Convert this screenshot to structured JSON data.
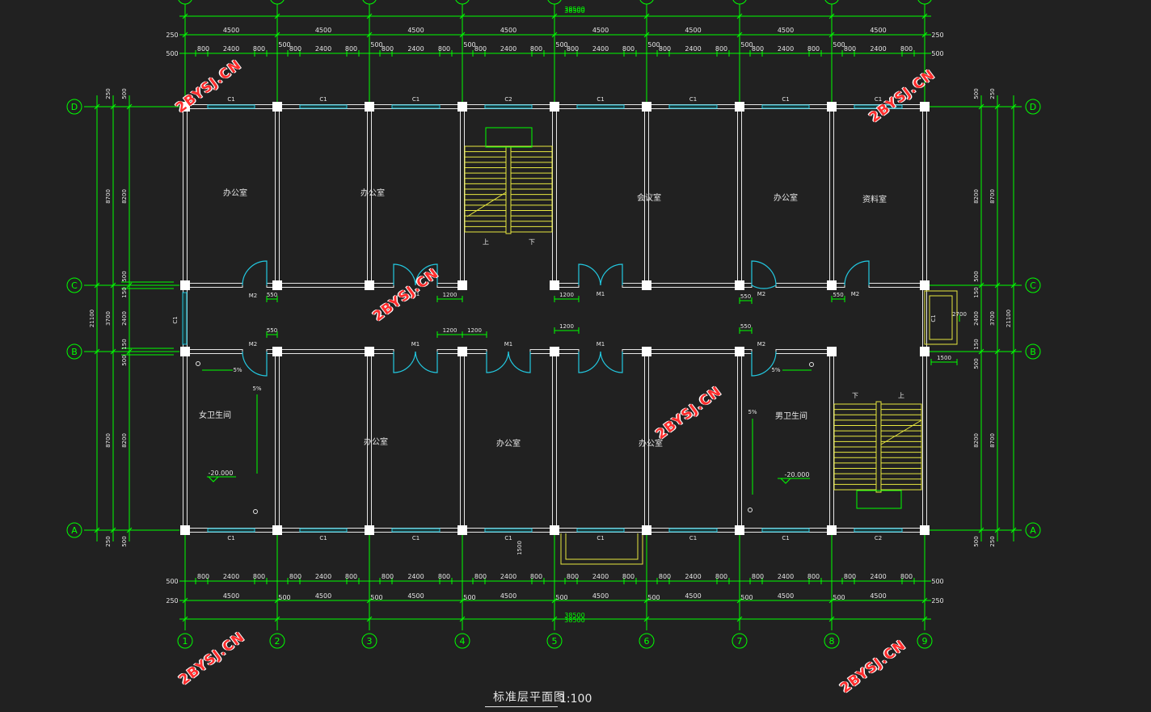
{
  "drawing": {
    "title": "标准层平面图",
    "scale": "1:100"
  },
  "grid_numbers": [
    "1",
    "2",
    "3",
    "4",
    "5",
    "6",
    "7",
    "8",
    "9"
  ],
  "grid_letters": [
    "A",
    "B",
    "C",
    "D"
  ],
  "dimensions": {
    "overall_length": "38500",
    "bay": "4500",
    "edge": "250",
    "pier": "500",
    "window_side": "800",
    "window": "2400",
    "depth_total": "21100",
    "depth_large": "8700",
    "depth_corridor": "3700",
    "inner_large": "8200",
    "inner_corridor": "2400",
    "inner_half": "150",
    "inner_edge": "500",
    "door_width": "1200",
    "door_m2": "550",
    "stair_dim": "1500",
    "lift_dim": "2700",
    "entrance_dim": "1500"
  },
  "windows": {
    "c1": "C1",
    "c2": "C2"
  },
  "doors": {
    "m1": "M1",
    "m2": "M2"
  },
  "rooms": {
    "office": "办公室",
    "meeting": "会议室",
    "archive": "资料室",
    "women_wc": "女卫生间",
    "men_wc": "男卫生间"
  },
  "stairs": {
    "up": "上",
    "down": "下"
  },
  "slope": "5%",
  "level": "-20.000",
  "watermark": "2BYSJ.CN",
  "colors": {
    "background": "#212121",
    "dim_line": "#00ff00",
    "wall": "#e6e6e6",
    "door": "#22c8e0",
    "stair": "#e8e840",
    "watermark": "#ff2d2d"
  }
}
